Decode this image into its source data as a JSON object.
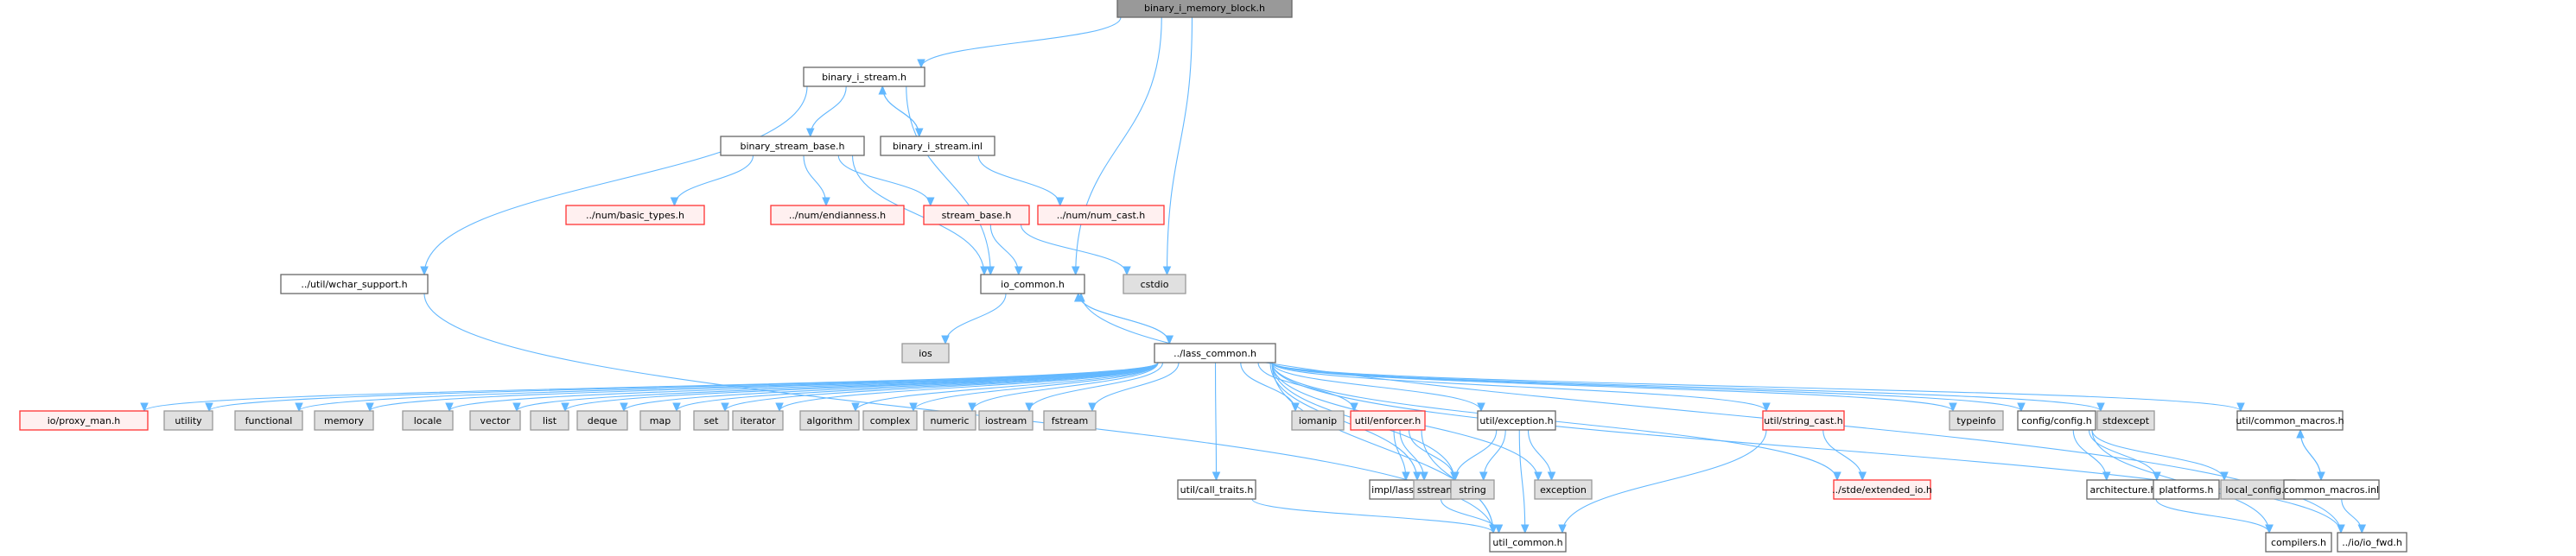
{
  "diagram": {
    "title": "Include dependency graph for binary_i_memory_block.h",
    "styles": {
      "root": {
        "fill": "#999999",
        "stroke": "#666666"
      },
      "normal": {
        "fill": "#ffffff",
        "stroke": "#666666"
      },
      "missing": {
        "fill": "#fff0f0",
        "stroke": "#ff3333"
      },
      "system": {
        "fill": "#e0e0e0",
        "stroke": "#999999"
      },
      "edge_color": "#63b8ff"
    },
    "nodes": [
      {
        "id": "root",
        "label": "binary_i_memory_block.h",
        "style": "root"
      },
      {
        "id": "bis",
        "label": "binary_i_stream.h",
        "style": "normal"
      },
      {
        "id": "bsb",
        "label": "binary_stream_base.h",
        "style": "normal"
      },
      {
        "id": "bisinl",
        "label": "binary_i_stream.inl",
        "style": "normal"
      },
      {
        "id": "basic",
        "label": "../num/basic_types.h",
        "style": "missing"
      },
      {
        "id": "endian",
        "label": "../num/endianness.h",
        "style": "missing"
      },
      {
        "id": "sbase",
        "label": "stream_base.h",
        "style": "missing"
      },
      {
        "id": "numcast",
        "label": "../num/num_cast.h",
        "style": "missing"
      },
      {
        "id": "wchar",
        "label": "../util/wchar_support.h",
        "style": "normal"
      },
      {
        "id": "ioc",
        "label": "io_common.h",
        "style": "normal"
      },
      {
        "id": "cstdio",
        "label": "cstdio",
        "style": "system"
      },
      {
        "id": "ios",
        "label": "ios",
        "style": "system"
      },
      {
        "id": "lass",
        "label": "../lass_common.h",
        "style": "normal"
      },
      {
        "id": "proxy",
        "label": "io/proxy_man.h",
        "style": "missing"
      },
      {
        "id": "utility",
        "label": "utility",
        "style": "system"
      },
      {
        "id": "functional",
        "label": "functional",
        "style": "system"
      },
      {
        "id": "memory",
        "label": "memory",
        "style": "system"
      },
      {
        "id": "locale",
        "label": "locale",
        "style": "system"
      },
      {
        "id": "vector",
        "label": "vector",
        "style": "system"
      },
      {
        "id": "list",
        "label": "list",
        "style": "system"
      },
      {
        "id": "deque",
        "label": "deque",
        "style": "system"
      },
      {
        "id": "map",
        "label": "map",
        "style": "system"
      },
      {
        "id": "set",
        "label": "set",
        "style": "system"
      },
      {
        "id": "iterator",
        "label": "iterator",
        "style": "system"
      },
      {
        "id": "algorithm",
        "label": "algorithm",
        "style": "system"
      },
      {
        "id": "complex",
        "label": "complex",
        "style": "system"
      },
      {
        "id": "numeric",
        "label": "numeric",
        "style": "system"
      },
      {
        "id": "iostream",
        "label": "iostream",
        "style": "system"
      },
      {
        "id": "fstream",
        "label": "fstream",
        "style": "system"
      },
      {
        "id": "iomanip",
        "label": "iomanip",
        "style": "system"
      },
      {
        "id": "enforcer",
        "label": "util/enforcer.h",
        "style": "missing"
      },
      {
        "id": "exception_h",
        "label": "util/exception.h",
        "style": "normal"
      },
      {
        "id": "strcast",
        "label": "util/string_cast.h",
        "style": "missing"
      },
      {
        "id": "typeinfo",
        "label": "typeinfo",
        "style": "system"
      },
      {
        "id": "config",
        "label": "config/config.h",
        "style": "normal"
      },
      {
        "id": "stdexcept",
        "label": "stdexcept",
        "style": "system"
      },
      {
        "id": "cmacros",
        "label": "util/common_macros.h",
        "style": "normal"
      },
      {
        "id": "calltraits",
        "label": "util/call_traits.h",
        "style": "normal"
      },
      {
        "id": "errno",
        "label": "impl/lass_errno.h",
        "style": "normal"
      },
      {
        "id": "sstream",
        "label": "sstream",
        "style": "system"
      },
      {
        "id": "string",
        "label": "string",
        "style": "system"
      },
      {
        "id": "exception",
        "label": "exception",
        "style": "system"
      },
      {
        "id": "extio",
        "label": "../stde/extended_io.h",
        "style": "missing"
      },
      {
        "id": "arch",
        "label": "architecture.h",
        "style": "normal"
      },
      {
        "id": "platforms",
        "label": "platforms.h",
        "style": "normal"
      },
      {
        "id": "localcfg",
        "label": "local_config.h",
        "style": "system"
      },
      {
        "id": "cmacinl",
        "label": "common_macros.inl",
        "style": "normal"
      },
      {
        "id": "ucommon",
        "label": "util_common.h",
        "style": "normal"
      },
      {
        "id": "compilers",
        "label": "compilers.h",
        "style": "normal"
      },
      {
        "id": "iofwd",
        "label": "../io/io_fwd.h",
        "style": "normal"
      }
    ],
    "edges": [
      [
        "root",
        "bis"
      ],
      [
        "root",
        "ioc"
      ],
      [
        "root",
        "cstdio"
      ],
      [
        "bis",
        "bsb"
      ],
      [
        "bis",
        "bisinl"
      ],
      [
        "bis",
        "wchar"
      ],
      [
        "bis",
        "ioc"
      ],
      [
        "bisinl",
        "bis"
      ],
      [
        "bisinl",
        "numcast"
      ],
      [
        "bsb",
        "basic"
      ],
      [
        "bsb",
        "endian"
      ],
      [
        "bsb",
        "sbase"
      ],
      [
        "bsb",
        "ioc"
      ],
      [
        "sbase",
        "ioc"
      ],
      [
        "sbase",
        "cstdio"
      ],
      [
        "wchar",
        "ucommon"
      ],
      [
        "ioc",
        "ios"
      ],
      [
        "ioc",
        "lass"
      ],
      [
        "lass",
        "ioc"
      ],
      [
        "lass",
        "proxy"
      ],
      [
        "lass",
        "utility"
      ],
      [
        "lass",
        "functional"
      ],
      [
        "lass",
        "memory"
      ],
      [
        "lass",
        "locale"
      ],
      [
        "lass",
        "vector"
      ],
      [
        "lass",
        "list"
      ],
      [
        "lass",
        "deque"
      ],
      [
        "lass",
        "map"
      ],
      [
        "lass",
        "set"
      ],
      [
        "lass",
        "iterator"
      ],
      [
        "lass",
        "algorithm"
      ],
      [
        "lass",
        "complex"
      ],
      [
        "lass",
        "numeric"
      ],
      [
        "lass",
        "iostream"
      ],
      [
        "lass",
        "fstream"
      ],
      [
        "lass",
        "calltraits"
      ],
      [
        "lass",
        "iomanip"
      ],
      [
        "lass",
        "enforcer"
      ],
      [
        "lass",
        "sstream"
      ],
      [
        "lass",
        "string"
      ],
      [
        "lass",
        "exception_h"
      ],
      [
        "lass",
        "exception"
      ],
      [
        "lass",
        "ucommon"
      ],
      [
        "lass",
        "strcast"
      ],
      [
        "lass",
        "extio"
      ],
      [
        "lass",
        "typeinfo"
      ],
      [
        "lass",
        "config"
      ],
      [
        "lass",
        "stdexcept"
      ],
      [
        "lass",
        "cmacros"
      ],
      [
        "lass",
        "iofwd"
      ],
      [
        "calltraits",
        "ucommon"
      ],
      [
        "enforcer",
        "errno"
      ],
      [
        "enforcer",
        "ucommon"
      ],
      [
        "enforcer",
        "sstream"
      ],
      [
        "enforcer",
        "string"
      ],
      [
        "errno",
        "ucommon"
      ],
      [
        "exception_h",
        "sstream"
      ],
      [
        "exception_h",
        "string"
      ],
      [
        "exception_h",
        "exception"
      ],
      [
        "exception_h",
        "ucommon"
      ],
      [
        "strcast",
        "ucommon"
      ],
      [
        "strcast",
        "extio"
      ],
      [
        "config",
        "arch"
      ],
      [
        "config",
        "platforms"
      ],
      [
        "config",
        "localcfg"
      ],
      [
        "config",
        "compilers"
      ],
      [
        "arch",
        "compilers"
      ],
      [
        "cmacros",
        "cmacinl"
      ],
      [
        "cmacinl",
        "cmacros"
      ],
      [
        "cmacinl",
        "iofwd"
      ],
      [
        "iofwd",
        "ioc"
      ]
    ]
  }
}
